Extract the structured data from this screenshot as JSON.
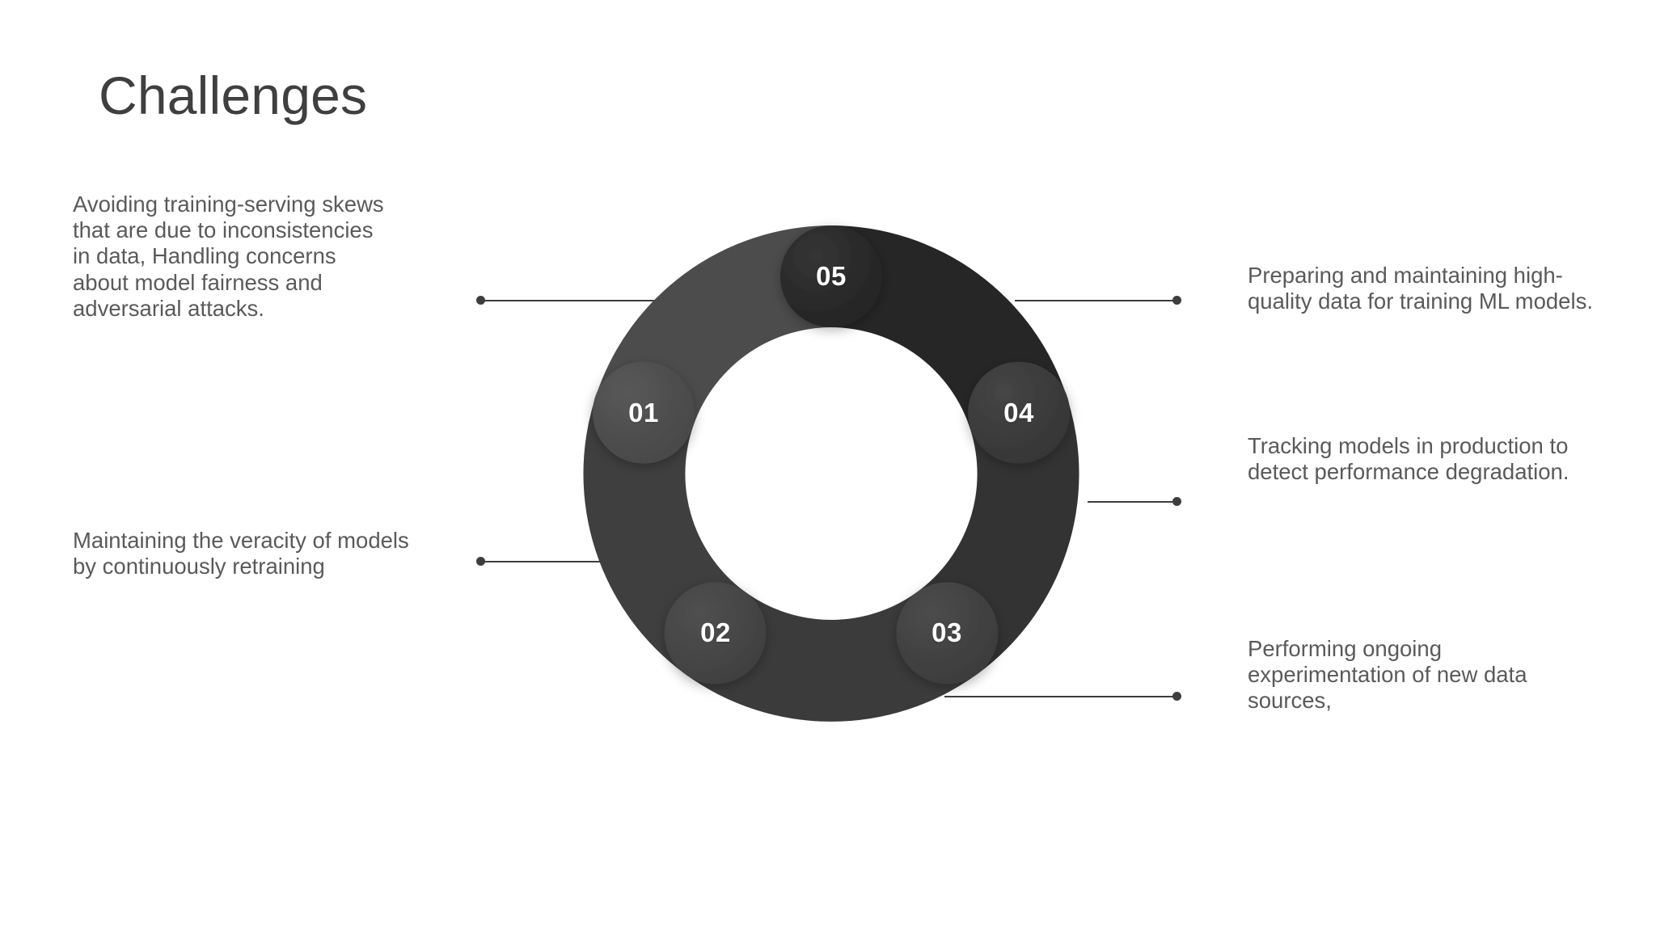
{
  "slide": {
    "title": "Challenges",
    "background_color": "#ffffff",
    "text_color": "#5a5a5a",
    "title_color": "#3f3f3f",
    "connector_color": "#3d3d3d"
  },
  "chart_data": {
    "type": "pie",
    "title": "Challenges",
    "variant": "donut",
    "legend_position": "callouts-left-and-right",
    "grid": false,
    "labels": [
      "01",
      "02",
      "03",
      "04",
      "05"
    ],
    "values": [
      20,
      20,
      20,
      20,
      20
    ],
    "equal_segments": true,
    "segment_colors": [
      "#4c4c4c",
      "#3f3f3f",
      "#3b3b3b",
      "#333333",
      "#262626"
    ],
    "cap_colors": [
      "#4c4c4c",
      "#434343",
      "#3f3f3f",
      "#383838",
      "#2b2b2b"
    ],
    "annotations": [
      {
        "label": "01",
        "side": "left",
        "text": "Avoiding training-serving skews that are due to inconsistencies in data, Handling concerns about model fairness and adversarial attacks."
      },
      {
        "label": "02",
        "side": "left",
        "text": "Maintaining the veracity of models by continuously retraining"
      },
      {
        "label": "04",
        "side": "right",
        "text": "Preparing and maintaining high-quality data for training ML models."
      },
      {
        "label": "03",
        "side": "right",
        "text": "Tracking models in production to detect performance degradation."
      },
      {
        "label": "05",
        "side": "right",
        "text": "Performing ongoing experimentation of new data sources,"
      }
    ]
  },
  "segments": {
    "s1": {
      "number": "01"
    },
    "s2": {
      "number": "02"
    },
    "s3": {
      "number": "03"
    },
    "s4": {
      "number": "04"
    },
    "s5": {
      "number": "05"
    }
  },
  "captions": {
    "c1": "Avoiding training-serving skews that are due to inconsistencies in data, Handling concerns about model fairness and adversarial attacks.",
    "c2": "Maintaining the veracity of models by continuously retraining",
    "c3": "Preparing and maintaining high-quality data for training ML models.",
    "c4": "Tracking models in production to detect performance degradation.",
    "c5": "Performing ongoing experimentation of new data sources,"
  }
}
